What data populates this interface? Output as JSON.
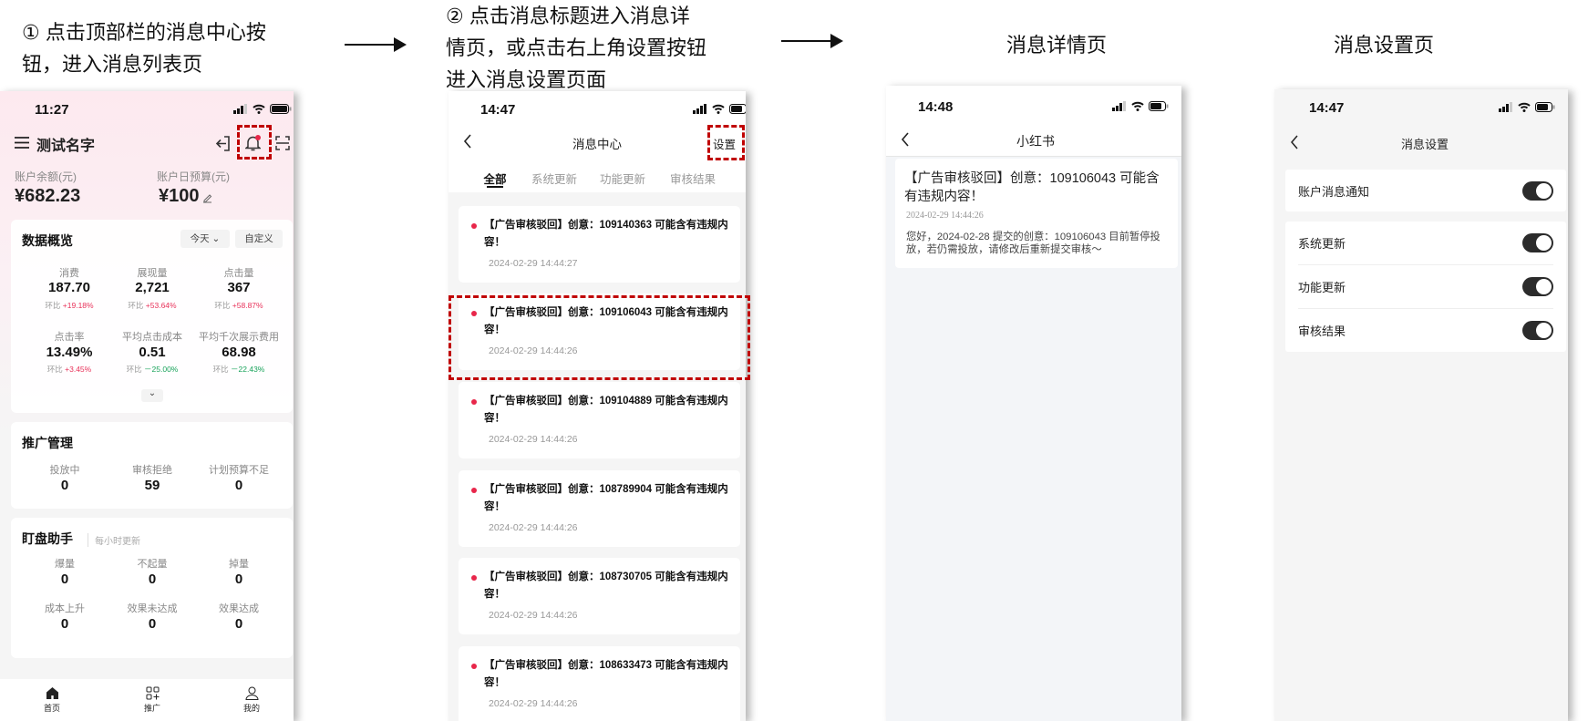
{
  "captions": {
    "step1": [
      "① 点击顶部栏的消息中心按",
      "钮，进入消息列表页"
    ],
    "step2": [
      "② 点击消息标题进入消息详",
      "情页，或点击右上角设置按钮",
      "进入消息设置页面"
    ],
    "step3": "消息详情页",
    "step4": "消息设置页"
  },
  "home": {
    "time": "11:27",
    "account_name": "测试名字",
    "balance_label": "账户余额(元)",
    "balance": "¥682.23",
    "budget_label": "账户日预算(元)",
    "budget": "¥100",
    "overview": {
      "title": "数据概览",
      "period": "今天",
      "custom": "自定义",
      "hb_label": "环比",
      "metrics": [
        {
          "label": "消费",
          "value": "187.70",
          "change": "+19.18%",
          "trend": "up"
        },
        {
          "label": "展现量",
          "value": "2,721",
          "change": "+53.64%",
          "trend": "up"
        },
        {
          "label": "点击量",
          "value": "367",
          "change": "+58.87%",
          "trend": "up"
        },
        {
          "label": "点击率",
          "value": "13.49%",
          "change": "+3.45%",
          "trend": "up"
        },
        {
          "label": "平均点击成本",
          "value": "0.51",
          "change": "－25.00%",
          "trend": "down"
        },
        {
          "label": "平均千次展示费用",
          "value": "68.98",
          "change": "－22.43%",
          "trend": "down"
        }
      ]
    },
    "promo": {
      "title": "推广管理",
      "items": [
        {
          "label": "投放中",
          "value": "0"
        },
        {
          "label": "审核拒绝",
          "value": "59"
        },
        {
          "label": "计划预算不足",
          "value": "0"
        }
      ]
    },
    "monitor": {
      "title": "盯盘助手",
      "subtitle": "每小时更新",
      "items": [
        {
          "label": "爆量",
          "value": "0"
        },
        {
          "label": "不起量",
          "value": "0"
        },
        {
          "label": "掉量",
          "value": "0"
        },
        {
          "label": "成本上升",
          "value": "0"
        },
        {
          "label": "效果未达成",
          "value": "0"
        },
        {
          "label": "效果达成",
          "value": "0"
        }
      ]
    },
    "tabbar": [
      {
        "label": "首页",
        "icon": "home-icon"
      },
      {
        "label": "推广",
        "icon": "apps-add-icon"
      },
      {
        "label": "我的",
        "icon": "user-icon"
      }
    ]
  },
  "message_center": {
    "time": "14:47",
    "title": "消息中心",
    "settings": "设置",
    "tabs": [
      "全部",
      "系统更新",
      "功能更新",
      "审核结果"
    ],
    "active_tab": "全部",
    "messages": [
      {
        "title": "【广告审核驳回】创意：109140363 可能含有违规内容！",
        "date": "2024-02-29 14:44:27"
      },
      {
        "title": "【广告审核驳回】创意：109106043 可能含有违规内容！",
        "date": "2024-02-29 14:44:26"
      },
      {
        "title": "【广告审核驳回】创意：109104889 可能含有违规内容！",
        "date": "2024-02-29 14:44:26"
      },
      {
        "title": "【广告审核驳回】创意：108789904 可能含有违规内容！",
        "date": "2024-02-29 14:44:26"
      },
      {
        "title": "【广告审核驳回】创意：108730705 可能含有违规内容！",
        "date": "2024-02-29 14:44:26"
      },
      {
        "title": "【广告审核驳回】创意：108633473 可能含有违规内容！",
        "date": "2024-02-29 14:44:26"
      }
    ]
  },
  "detail": {
    "time": "14:48",
    "title": "小红书",
    "msg_title": "【广告审核驳回】创意：109106043 可能含有违规内容！",
    "date": "2024-02-29 14:44:26",
    "body": "您好，2024-02-28 提交的创意：109106043 目前暂停投放，若仍需投放，请修改后重新提交审核～"
  },
  "settings": {
    "time": "14:47",
    "title": "消息设置",
    "groups": [
      [
        {
          "label": "账户消息通知",
          "enabled": true
        }
      ],
      [
        {
          "label": "系统更新",
          "enabled": true
        },
        {
          "label": "功能更新",
          "enabled": true
        },
        {
          "label": "审核结果",
          "enabled": true
        }
      ]
    ]
  },
  "colors": {
    "highlight": "#c00000",
    "unread_dot": "#e8264a",
    "up": "#e8325a",
    "down": "#19a35b",
    "toggle_on": "#2b2b2b"
  }
}
